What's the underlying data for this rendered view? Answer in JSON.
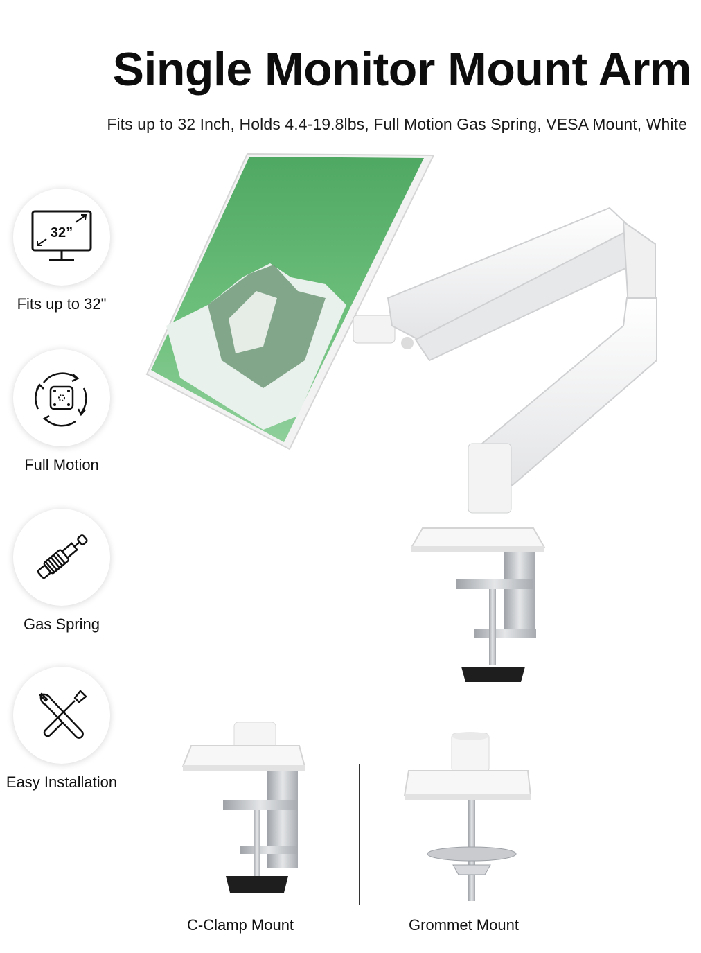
{
  "header": {
    "title": "Single Monitor Mount Arm",
    "subtitle": "Fits up to 32 Inch, Holds 4.4-19.8lbs, Full Motion Gas Spring, VESA Mount, White"
  },
  "features": [
    {
      "label": "Fits up to 32\"",
      "icon": "monitor-32-icon",
      "icon_text": "32”"
    },
    {
      "label": "Full Motion",
      "icon": "rotation-arrows-icon"
    },
    {
      "label": "Gas Spring",
      "icon": "gas-spring-icon"
    },
    {
      "label": "Easy Installation",
      "icon": "wrench-screwdriver-icon"
    }
  ],
  "mount_options": [
    {
      "label": "C-Clamp Mount"
    },
    {
      "label": "Grommet Mount"
    }
  ],
  "colors": {
    "screen_green": "#5fb571",
    "arm_white": "#f4f4f4",
    "metal": "#c7c9cc"
  }
}
